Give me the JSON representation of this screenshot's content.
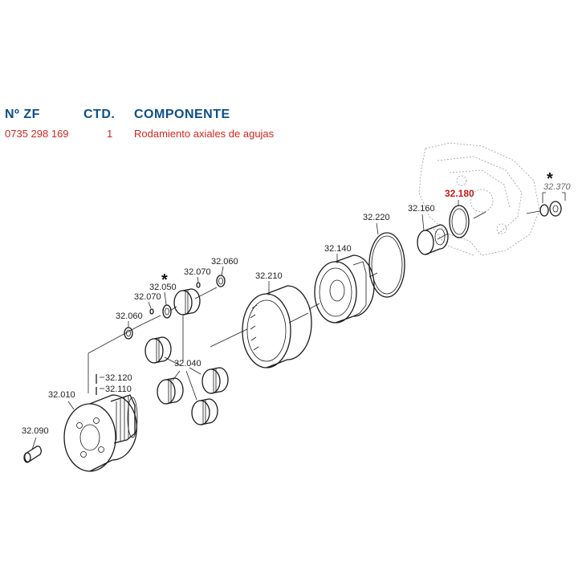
{
  "table": {
    "headers": {
      "part_no": "Nº ZF",
      "qty": "CTD.",
      "component": "COMPONENTE"
    },
    "row": {
      "part_no": "0735 298 169",
      "qty": "1",
      "component": "Rodamiento axiales de agujas"
    }
  },
  "colors": {
    "header": "#0b4f8a",
    "row": "#d0271d",
    "highlight": "#c41a1a"
  },
  "diagram": {
    "labels": {
      "l_32010": "32.010",
      "l_32090": "32.090",
      "l_32120": "32.120",
      "l_32110": "32.110",
      "l_32060a": "32.060",
      "l_32070a": "32.070",
      "l_32050": "32.050",
      "l_32070b": "32.070",
      "l_32060b": "32.060",
      "l_32040": "32.040",
      "l_32210": "32.210",
      "l_32140": "32.140",
      "l_32220": "32.220",
      "l_32160": "32.160",
      "l_32180": "32.180",
      "l_32370": "32.370"
    },
    "stars": {
      "s1": "*",
      "s2": "*"
    }
  }
}
